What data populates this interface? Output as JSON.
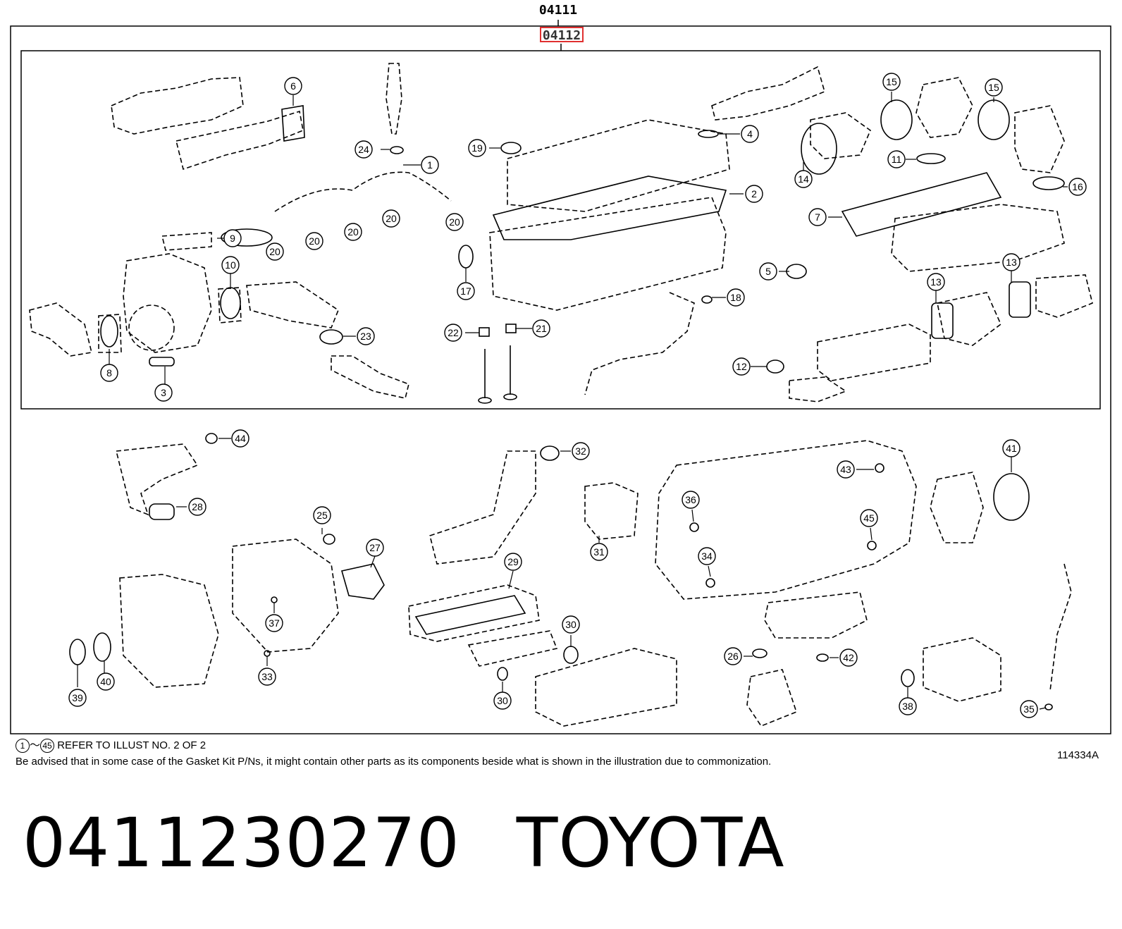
{
  "header": {
    "parent_code": "04111",
    "selected_code": "04112"
  },
  "callouts": [
    {
      "id": "c1",
      "label": "1"
    },
    {
      "id": "c2",
      "label": "2"
    },
    {
      "id": "c3",
      "label": "3"
    },
    {
      "id": "c4",
      "label": "4"
    },
    {
      "id": "c5",
      "label": "5"
    },
    {
      "id": "c6",
      "label": "6"
    },
    {
      "id": "c7",
      "label": "7"
    },
    {
      "id": "c8",
      "label": "8"
    },
    {
      "id": "c9",
      "label": "9"
    },
    {
      "id": "c10",
      "label": "10"
    },
    {
      "id": "c11",
      "label": "11"
    },
    {
      "id": "c12",
      "label": "12"
    },
    {
      "id": "c13a",
      "label": "13"
    },
    {
      "id": "c13b",
      "label": "13"
    },
    {
      "id": "c14",
      "label": "14"
    },
    {
      "id": "c15a",
      "label": "15"
    },
    {
      "id": "c15b",
      "label": "15"
    },
    {
      "id": "c16",
      "label": "16"
    },
    {
      "id": "c17",
      "label": "17"
    },
    {
      "id": "c18",
      "label": "18"
    },
    {
      "id": "c19",
      "label": "19"
    },
    {
      "id": "c20a",
      "label": "20"
    },
    {
      "id": "c20b",
      "label": "20"
    },
    {
      "id": "c20c",
      "label": "20"
    },
    {
      "id": "c20d",
      "label": "20"
    },
    {
      "id": "c20e",
      "label": "20"
    },
    {
      "id": "c21",
      "label": "21"
    },
    {
      "id": "c22",
      "label": "22"
    },
    {
      "id": "c23",
      "label": "23"
    },
    {
      "id": "c24",
      "label": "24"
    },
    {
      "id": "c25",
      "label": "25"
    },
    {
      "id": "c26",
      "label": "26"
    },
    {
      "id": "c27",
      "label": "27"
    },
    {
      "id": "c28",
      "label": "28"
    },
    {
      "id": "c29",
      "label": "29"
    },
    {
      "id": "c30a",
      "label": "30"
    },
    {
      "id": "c30b",
      "label": "30"
    },
    {
      "id": "c31",
      "label": "31"
    },
    {
      "id": "c32",
      "label": "32"
    },
    {
      "id": "c33",
      "label": "33"
    },
    {
      "id": "c34",
      "label": "34"
    },
    {
      "id": "c35",
      "label": "35"
    },
    {
      "id": "c36",
      "label": "36"
    },
    {
      "id": "c37",
      "label": "37"
    },
    {
      "id": "c38",
      "label": "38"
    },
    {
      "id": "c39",
      "label": "39"
    },
    {
      "id": "c40",
      "label": "40"
    },
    {
      "id": "c41",
      "label": "41"
    },
    {
      "id": "c42",
      "label": "42"
    },
    {
      "id": "c43",
      "label": "43"
    },
    {
      "id": "c44",
      "label": "44"
    },
    {
      "id": "c45",
      "label": "45"
    }
  ],
  "footer": {
    "range_start": "1",
    "range_sep": "～",
    "range_end": "45",
    "refer_note": "REFER TO ILLUST NO. 2 OF 2",
    "advisory": "Be advised that in some case of the Gasket Kit P/Ns,  it might contain other parts as its components beside what is shown in the illustration due to commonization.",
    "illustration_id": "114334A"
  },
  "title": {
    "part_number": "0411230270",
    "brand": "TOYOTA"
  }
}
